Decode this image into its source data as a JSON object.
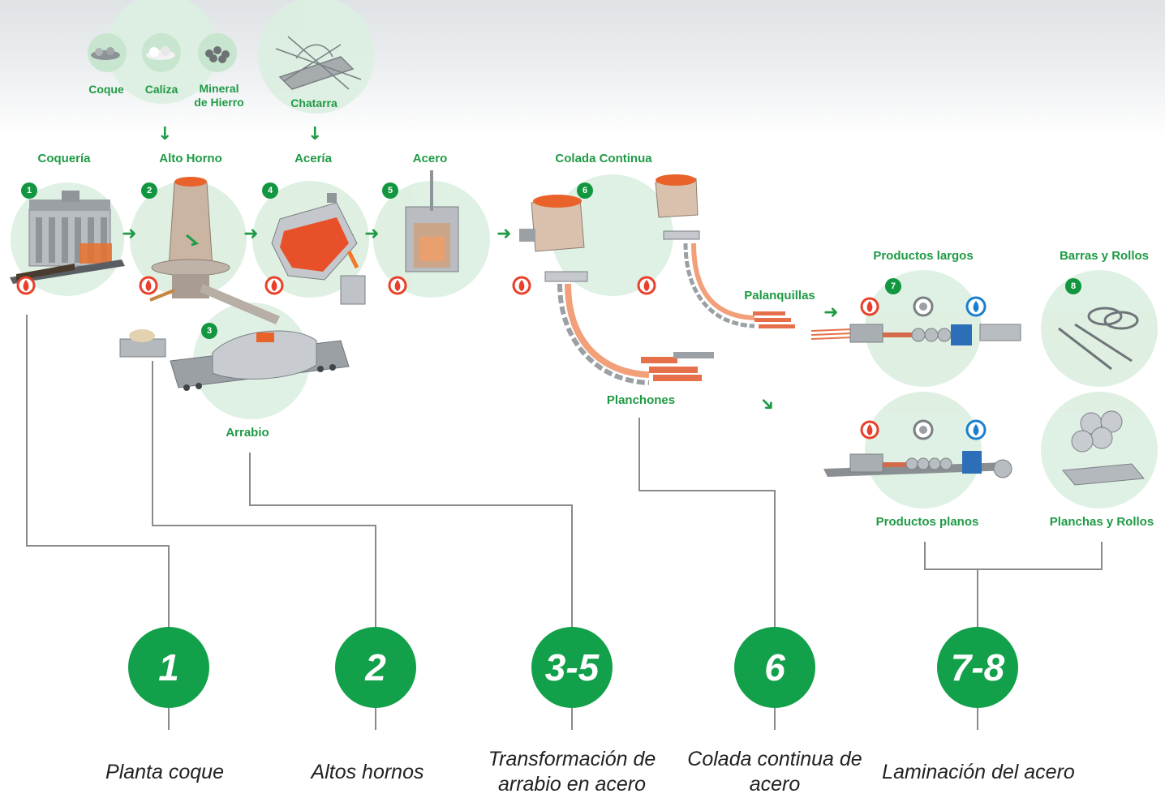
{
  "raw_materials": {
    "coque": "Coque",
    "caliza": "Caliza",
    "mineral": [
      "Mineral",
      "de Hierro"
    ],
    "chatarra": "Chatarra"
  },
  "stages": {
    "coqueria": "Coquería",
    "alto_horno": "Alto Horno",
    "aceria": "Acería",
    "acero": "Acero",
    "colada_continua": "Colada Continua",
    "arrabio": "Arrabio",
    "palanquillas": "Palanquillas",
    "planchones": "Planchones",
    "productos_largos": "Productos largos",
    "productos_planos": "Productos planos",
    "barras_rollos": "Barras y Rollos",
    "planchas_rollos": "Planchas y Rollos"
  },
  "badges": [
    "1",
    "2",
    "3",
    "4",
    "5",
    "6",
    "7",
    "8"
  ],
  "groups": [
    {
      "number": "1",
      "caption": [
        "Planta coque"
      ]
    },
    {
      "number": "2",
      "caption": [
        "Altos hornos"
      ]
    },
    {
      "number": "3-5",
      "caption": [
        "Transformación de",
        "arrabio en acero"
      ]
    },
    {
      "number": "6",
      "caption": [
        "Colada continua de",
        "acero"
      ]
    },
    {
      "number": "7-8",
      "caption": [
        "Laminación del acero"
      ]
    }
  ],
  "colors": {
    "green": "#12a04a",
    "label_green": "#1f9a45",
    "bubble": "#dff0e4",
    "line": "#8a8a8a",
    "hot": "#e8402a",
    "water": "#1a7fd0"
  },
  "icons": {
    "flame": "flame-icon",
    "water": "water-drop-icon",
    "gear": "roll-icon",
    "arrow": "right-arrow-icon"
  }
}
